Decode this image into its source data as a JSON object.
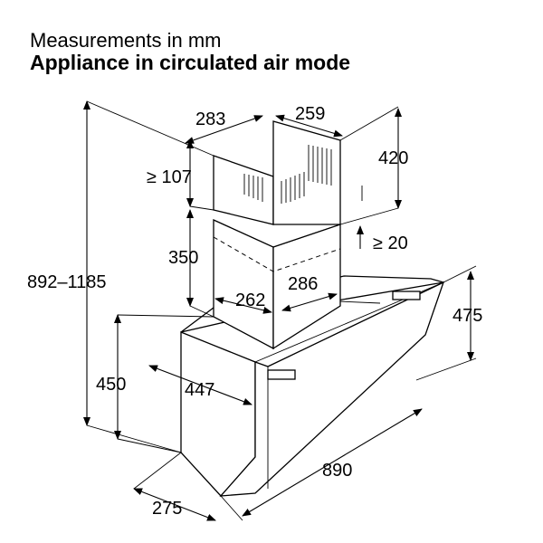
{
  "header": {
    "subtitle": "Measurements in mm",
    "title": "Appliance in circulated air mode"
  },
  "dimensions": {
    "overall_height": "892–1185",
    "chimney_width": "283",
    "chimney_depth": "259",
    "upper_chimney_height": "420",
    "min_top_gap": "≥ 107",
    "min_overlap": "≥ 20",
    "lower_chimney_height": "350",
    "chimney_base_width": "262",
    "chimney_base_depth": "286",
    "hood_height": "450",
    "hood_depth": "447",
    "front_panel_height": "475",
    "hood_width": "890",
    "canopy_depth": "275"
  }
}
